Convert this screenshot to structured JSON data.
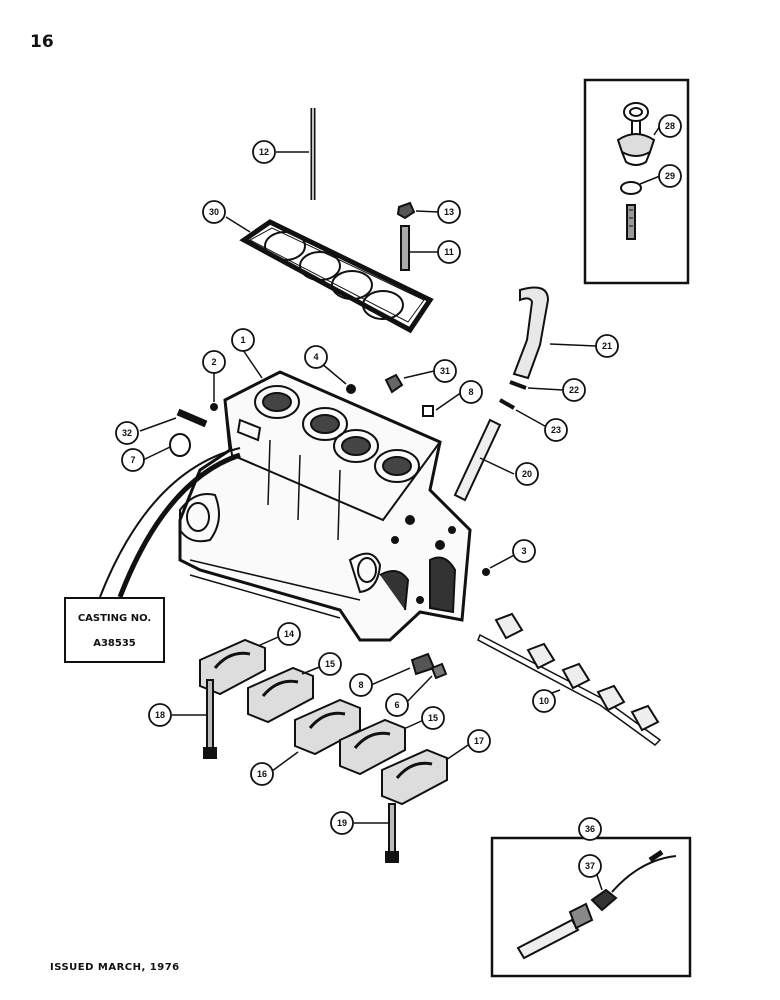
{
  "page": {
    "number": "16",
    "issued": "ISSUED MARCH, 1976"
  },
  "casting": {
    "label": "CASTING NO.",
    "number": "A38535"
  },
  "callouts": [
    {
      "id": "c12",
      "label": "12"
    },
    {
      "id": "c30",
      "label": "30"
    },
    {
      "id": "c13",
      "label": "13"
    },
    {
      "id": "c11",
      "label": "11"
    },
    {
      "id": "c28",
      "label": "28"
    },
    {
      "id": "c29",
      "label": "29"
    },
    {
      "id": "c21",
      "label": "21"
    },
    {
      "id": "c1",
      "label": "1"
    },
    {
      "id": "c2",
      "label": "2"
    },
    {
      "id": "c4",
      "label": "4"
    },
    {
      "id": "c31",
      "label": "31"
    },
    {
      "id": "c8a",
      "label": "8"
    },
    {
      "id": "c22",
      "label": "22"
    },
    {
      "id": "c23",
      "label": "23"
    },
    {
      "id": "c32",
      "label": "32"
    },
    {
      "id": "c7",
      "label": "7"
    },
    {
      "id": "c20",
      "label": "20"
    },
    {
      "id": "c3",
      "label": "3"
    },
    {
      "id": "c14",
      "label": "14"
    },
    {
      "id": "c15a",
      "label": "15"
    },
    {
      "id": "c8b",
      "label": "8"
    },
    {
      "id": "c6",
      "label": "6"
    },
    {
      "id": "c10",
      "label": "10"
    },
    {
      "id": "c18",
      "label": "18"
    },
    {
      "id": "c16",
      "label": "16"
    },
    {
      "id": "c15b",
      "label": "15"
    },
    {
      "id": "c17",
      "label": "17"
    },
    {
      "id": "c19",
      "label": "19"
    },
    {
      "id": "c36",
      "label": "36"
    },
    {
      "id": "c37",
      "label": "37"
    }
  ]
}
